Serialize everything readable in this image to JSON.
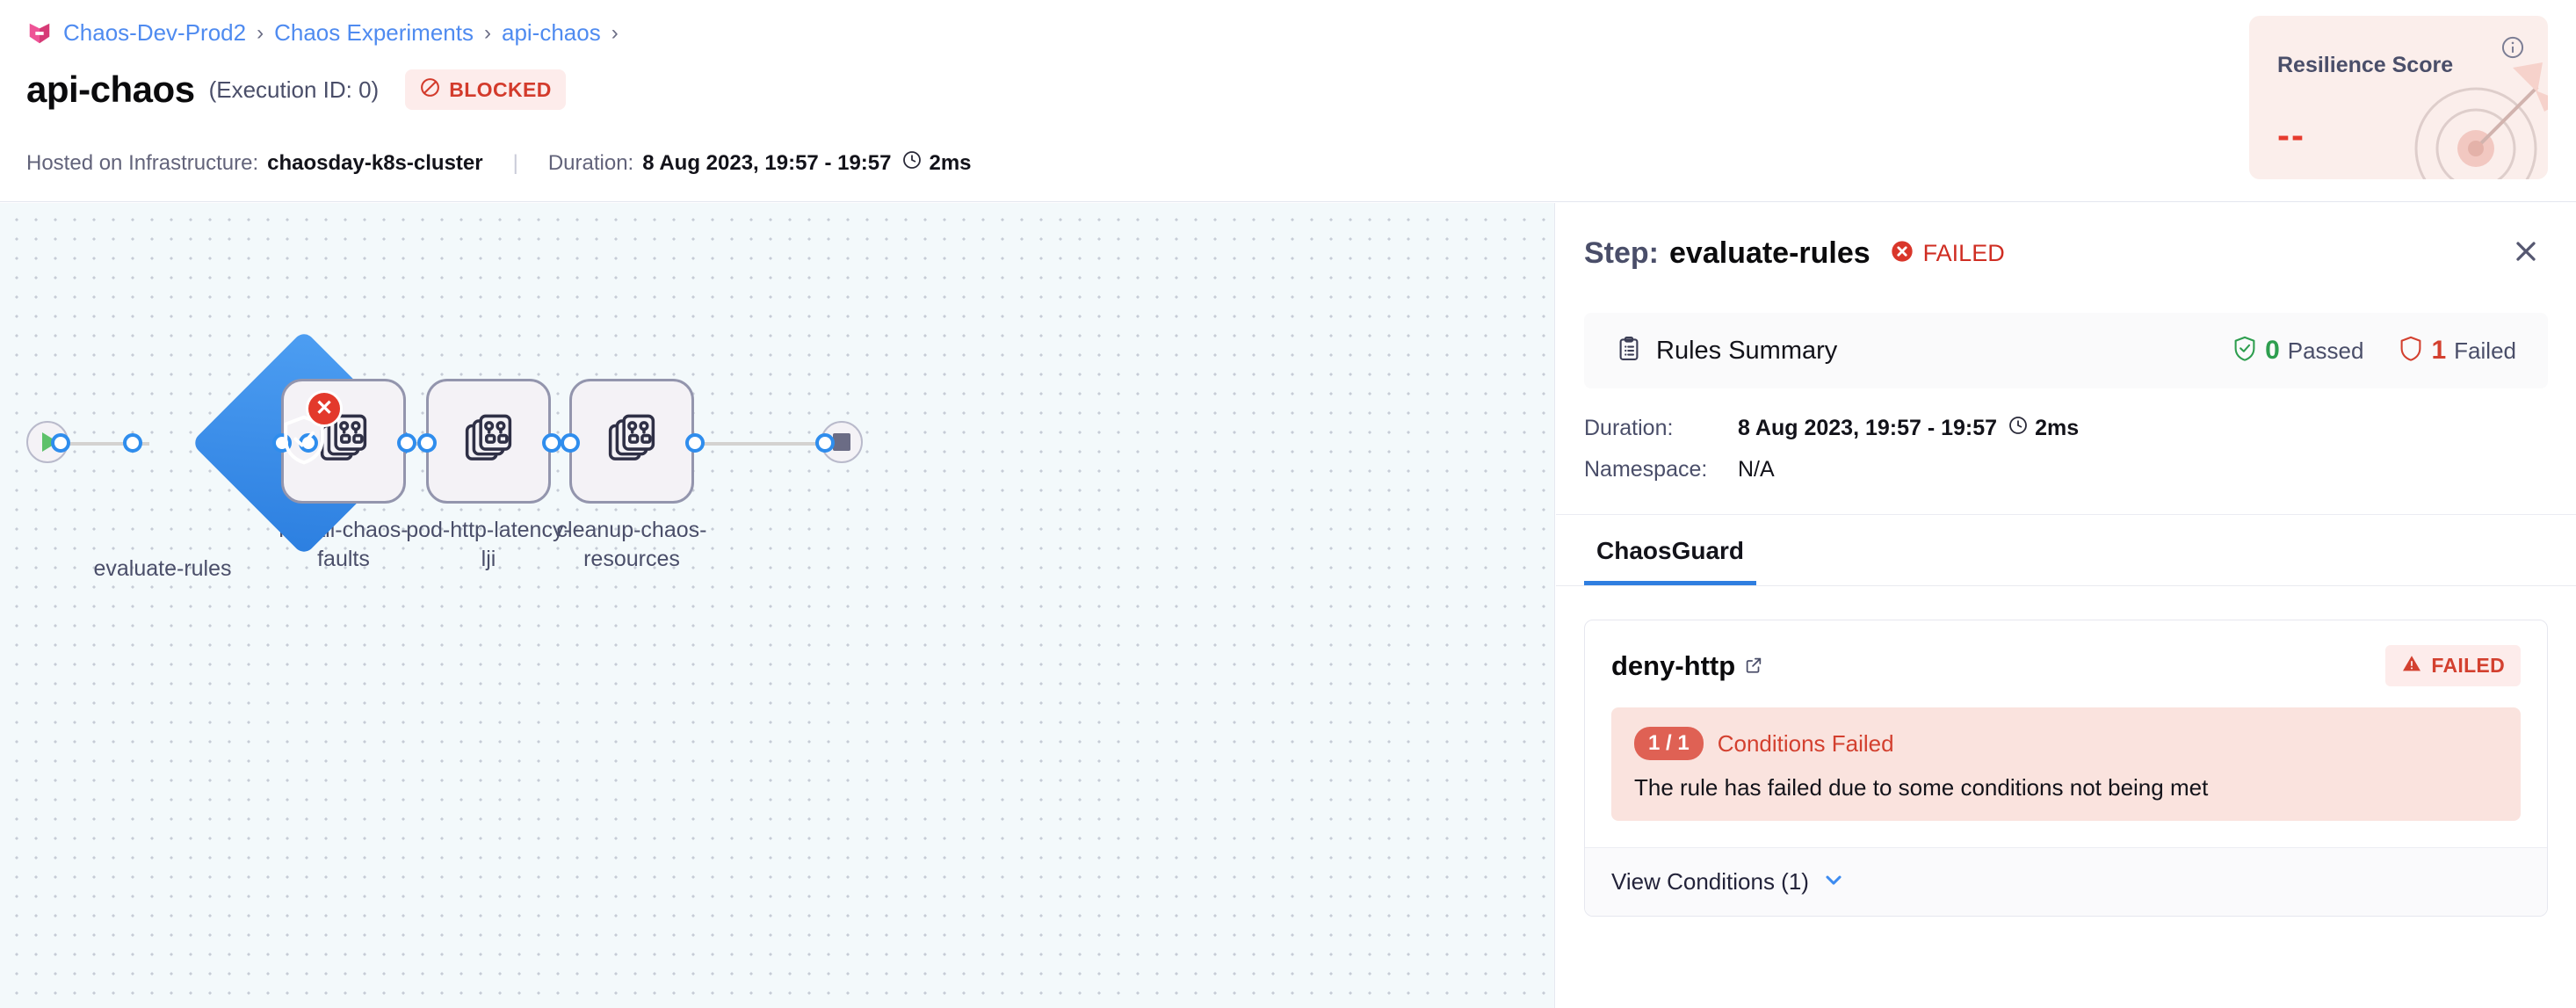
{
  "breadcrumb": {
    "logo_icon": "harness-logo-icon",
    "items": [
      {
        "label": "Chaos-Dev-Prod2"
      },
      {
        "label": "Chaos Experiments"
      },
      {
        "label": "api-chaos"
      }
    ],
    "separator": "›"
  },
  "header": {
    "title": "api-chaos",
    "execution_id": "(Execution ID: 0)",
    "status": {
      "label": "BLOCKED",
      "icon": "blocked-icon",
      "color": "#d33b2c",
      "bg": "#fdeceb"
    },
    "meta": {
      "infra_label": "Hosted on Infrastructure:",
      "infra_value": "chaosday-k8s-cluster",
      "separator": "|",
      "duration_label": "Duration:",
      "duration_value": "8 Aug 2023, 19:57 - 19:57",
      "clock_icon": "clock-icon",
      "elapsed": "2ms"
    }
  },
  "resilience": {
    "title": "Resilience Score",
    "value": "--",
    "info_icon": "info-icon",
    "art_icon": "target-dart-icon",
    "bg": "#fbeeeb",
    "value_color": "#e63b2e"
  },
  "canvas": {
    "start_node": {
      "name": "start-node",
      "icon": "play-icon"
    },
    "end_node": {
      "name": "end-node",
      "icon": "stop-icon"
    },
    "nodes": [
      {
        "label": "evaluate-rules",
        "shape": "diamond",
        "icon": "shield-check-icon",
        "status": "failed",
        "badge_icon": "error-x-icon"
      },
      {
        "label": "install-chaos-\nfaults",
        "shape": "box",
        "icon": "chaos-fault-icon",
        "status": "not-run"
      },
      {
        "label": "pod-http-latency-\nlji",
        "shape": "box",
        "icon": "chaos-fault-icon",
        "status": "not-run"
      },
      {
        "label": "cleanup-chaos-\nresources",
        "shape": "box",
        "icon": "chaos-fault-icon",
        "status": "not-run"
      }
    ]
  },
  "panel": {
    "step_keyword": "Step:",
    "step_name": "evaluate-rules",
    "status": {
      "label": "FAILED",
      "icon": "error-x-circle-icon",
      "color": "#cf2d22"
    },
    "close_icon": "close-icon",
    "summary": {
      "icon": "clipboard-icon",
      "title": "Rules Summary",
      "passed": {
        "count": "0",
        "label": "Passed",
        "icon": "shield-check-icon",
        "color": "#2e9e4f"
      },
      "failed": {
        "count": "1",
        "label": "Failed",
        "icon": "shield-icon",
        "color": "#d3402f"
      }
    },
    "details": {
      "duration_key": "Duration:",
      "duration_value": "8 Aug 2023, 19:57 - 19:57",
      "clock_icon": "clock-icon",
      "duration_elapsed": "2ms",
      "namespace_key": "Namespace:",
      "namespace_value": "N/A"
    },
    "tabs": [
      {
        "label": "ChaosGuard",
        "active": true
      }
    ],
    "rule": {
      "name": "deny-http",
      "external_link_icon": "external-link-icon",
      "badge": {
        "label": "FAILED",
        "icon": "warning-triangle-icon",
        "color": "#d3402f",
        "bg": "#fdeceb"
      },
      "condition": {
        "pill": "1 / 1",
        "title": "Conditions Failed",
        "description": "The rule has failed due to some conditions not being met",
        "bg": "#fae3de"
      },
      "footer": {
        "label": "View Conditions (1)",
        "chevron_icon": "chevron-down-icon"
      }
    }
  }
}
